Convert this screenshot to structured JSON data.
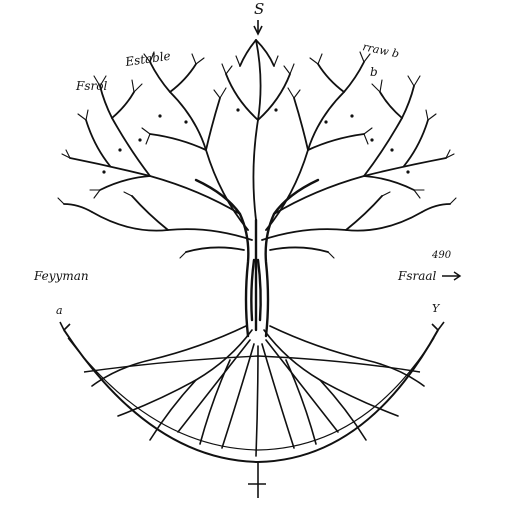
{
  "labels": {
    "top": "S",
    "upper_left": "Fsrol",
    "upper_center_left": "Estable",
    "upper_right": "rraw b",
    "upper_right_small": "b",
    "left": "Feyyman",
    "right_number": "490",
    "right": "Fsraal",
    "left_arc_end": "a",
    "right_arc_end": "Y"
  },
  "colors": {
    "ink": "#111111",
    "background": "#ffffff"
  }
}
